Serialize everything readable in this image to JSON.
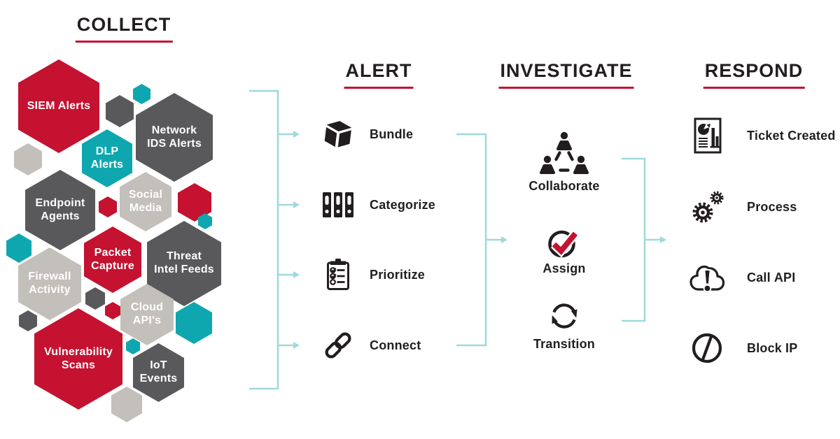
{
  "colors": {
    "red": "#c41230",
    "dark_gray": "#59595b",
    "light_gray": "#c3bfba",
    "teal": "#0fa7af",
    "connector": "#9fd9dc",
    "ink": "#221e1f"
  },
  "collect": {
    "title": "COLLECT",
    "hexagons": [
      {
        "label": "SIEM Alerts",
        "color": "red"
      },
      {
        "label": "Network\nIDS Alerts",
        "color": "dark_gray"
      },
      {
        "label": "DLP\nAlerts",
        "color": "teal"
      },
      {
        "label": "Endpoint\nAgents",
        "color": "dark_gray"
      },
      {
        "label": "Social\nMedia",
        "color": "light_gray"
      },
      {
        "label": "Packet\nCapture",
        "color": "red"
      },
      {
        "label": "Threat\nIntel Feeds",
        "color": "dark_gray"
      },
      {
        "label": "Firewall\nActivity",
        "color": "light_gray"
      },
      {
        "label": "Cloud\nAPI's",
        "color": "light_gray"
      },
      {
        "label": "Vulnerability\nScans",
        "color": "red"
      },
      {
        "label": "IoT\nEvents",
        "color": "dark_gray"
      }
    ]
  },
  "alert": {
    "title": "ALERT",
    "items": [
      {
        "icon": "cube-icon",
        "label": "Bundle"
      },
      {
        "icon": "binders-icon",
        "label": "Categorize"
      },
      {
        "icon": "checklist-icon",
        "label": "Prioritize"
      },
      {
        "icon": "chain-link-icon",
        "label": "Connect"
      }
    ]
  },
  "investigate": {
    "title": "INVESTIGATE",
    "items": [
      {
        "icon": "people-triangle-icon",
        "label": "Collaborate"
      },
      {
        "icon": "checkmark-circle-icon",
        "label": "Assign"
      },
      {
        "icon": "cycle-arrows-icon",
        "label": "Transition"
      }
    ]
  },
  "respond": {
    "title": "RESPOND",
    "items": [
      {
        "icon": "report-document-icon",
        "label": "Ticket Created",
        "label_strong": ""
      },
      {
        "icon": "gears-icon",
        "label": "Process",
        "label_strong": ""
      },
      {
        "icon": "cloud-alert-icon",
        "label": "Call",
        "label_strong": "API"
      },
      {
        "icon": "block-icon",
        "label": "Block",
        "label_strong": "IP"
      }
    ]
  }
}
